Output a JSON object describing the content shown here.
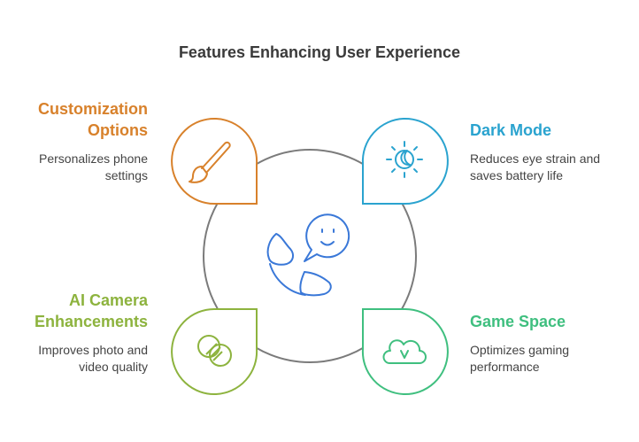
{
  "title": "Features Enhancing User Experience",
  "colors": {
    "orange": "#d8812b",
    "blue": "#2aa3cf",
    "olive": "#8db33e",
    "green": "#3fbf7f",
    "center": "#3a78d8",
    "ring": "#7b7b7b"
  },
  "features": [
    {
      "heading": "Customization Options",
      "description": "Personalizes phone settings",
      "icon": "paintbrush-icon"
    },
    {
      "heading": "Dark Mode",
      "description": "Reduces eye strain and saves battery life",
      "icon": "sun-moon-icon"
    },
    {
      "heading": "AI Camera Enhancements",
      "description": "Improves photo and video quality",
      "icon": "overlapping-circles-icon"
    },
    {
      "heading": "Game Space",
      "description": "Optimizes gaming performance",
      "icon": "cloud-download-icon"
    }
  ],
  "center_icon": "user-experience-icon"
}
